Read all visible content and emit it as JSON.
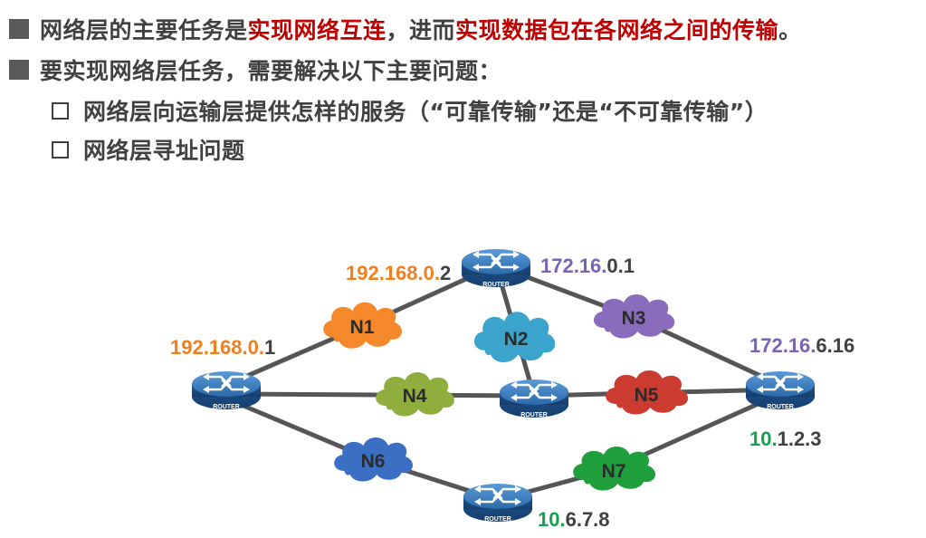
{
  "bullets": {
    "b1": {
      "part1": "网络层的主要任务是",
      "highlight1": "实现网络互连",
      "part2": "，进而",
      "highlight2": "实现数据包在各网络之间的传输",
      "part3": "。"
    },
    "b2": "要实现网络层任务，需要解决以下主要问题：",
    "sub1": "网络层向运输层提供怎样的服务（“可靠传输”还是“不可靠传输”）",
    "sub2": "网络层寻址问题"
  },
  "diagram": {
    "router_label": "ROUTER",
    "networks": {
      "n1": "N1",
      "n2": "N2",
      "n3": "N3",
      "n4": "N4",
      "n5": "N5",
      "n6": "N6",
      "n7": "N7"
    },
    "addresses": {
      "top_left": {
        "net": "192.168.0.",
        "host": "2"
      },
      "left": {
        "net": "192.168.0.",
        "host": "1"
      },
      "top_right": {
        "net": "172.16.",
        "host": "0.1"
      },
      "right": {
        "net": "172.16.",
        "host": "6.16"
      },
      "right_low": {
        "net": "10.",
        "host": "1.2.3"
      },
      "bottom": {
        "net": "10.",
        "host": "6.7.8"
      }
    },
    "colors": {
      "orange": "#f07f1e",
      "purple": "#7a64b4",
      "green": "#14a050",
      "red_text": "#c00000",
      "router_blue": "#2c6aa8",
      "link": "#555555",
      "n1": "#f5882a",
      "n2": "#3aa4cd",
      "n3": "#8a6cbc",
      "n4": "#8fae3e",
      "n5": "#cc3b30",
      "n6": "#3a6fc4",
      "n7": "#1f9e3c"
    }
  }
}
